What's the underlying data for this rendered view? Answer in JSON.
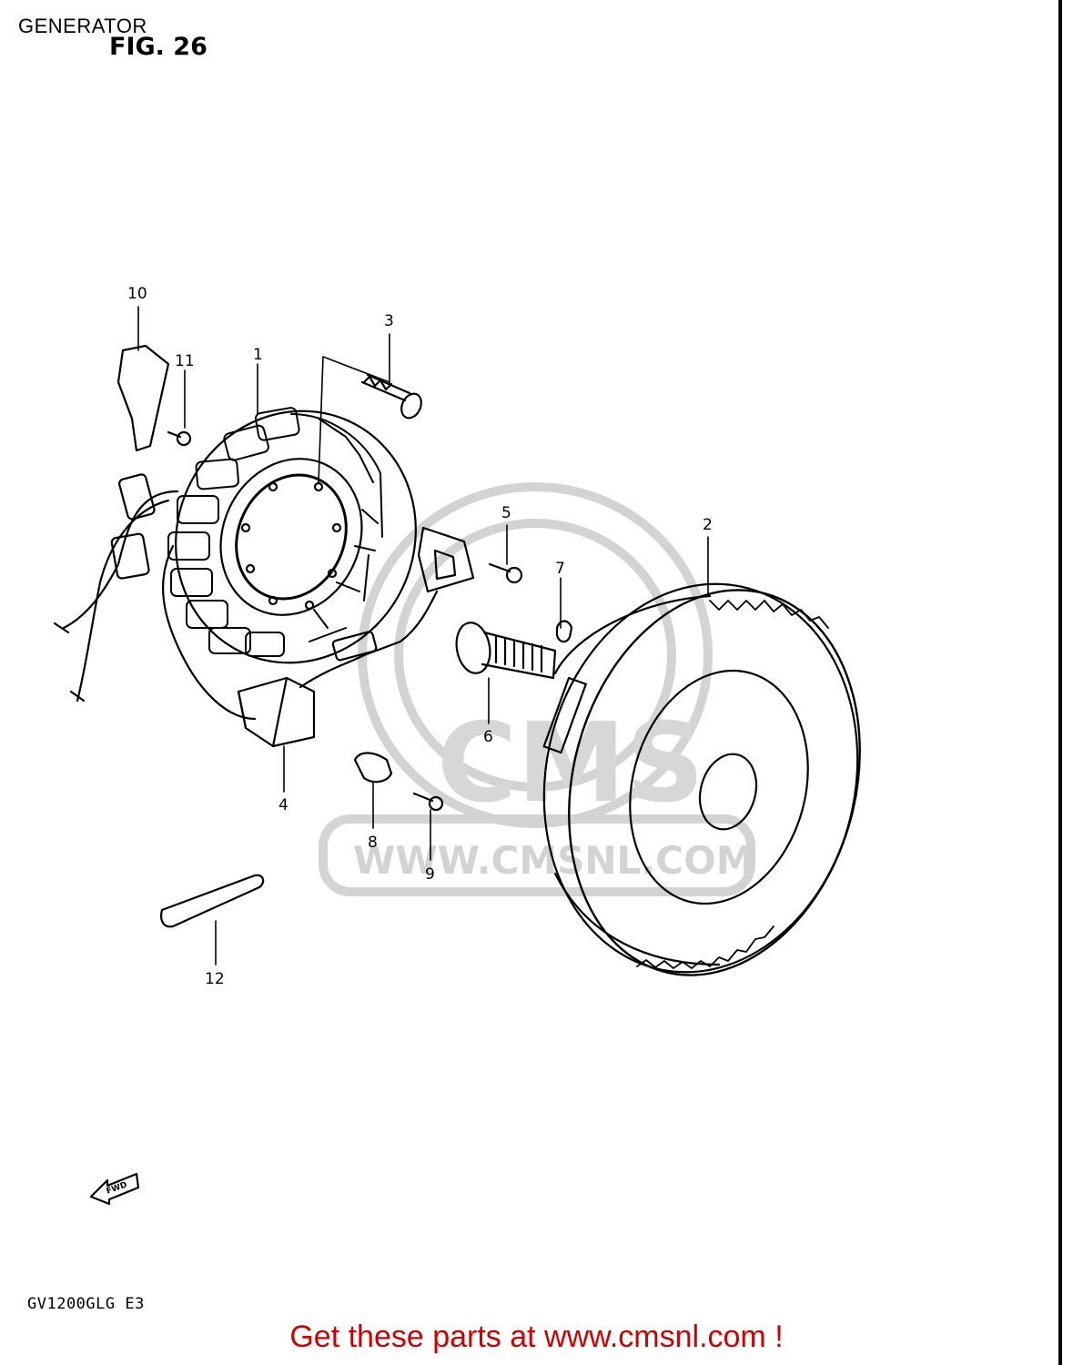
{
  "page": {
    "title": "GENERATOR",
    "figure": "FIG. 26",
    "model_code": "GV1200GLG E3",
    "footer": "Get these parts at www.cmsnl.com !"
  },
  "watermark": {
    "text": "WWW.CMSNL.COM",
    "logo_text": "CMS"
  },
  "fwd_arrow": {
    "label": "FWD"
  },
  "callouts": [
    "1",
    "2",
    "3",
    "4",
    "5",
    "6",
    "7",
    "8",
    "9",
    "10",
    "11",
    "12"
  ],
  "colors": {
    "line": "#000000",
    "watermark": "#c8c8c8",
    "footer": "#d00000"
  }
}
